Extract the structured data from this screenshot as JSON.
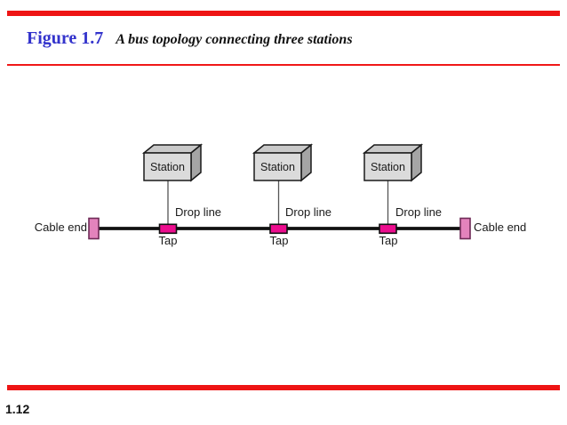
{
  "slide": {
    "figure_label": "Figure 1.7",
    "figure_title": "A bus topology connecting three stations",
    "page_number": "1.12",
    "accent_bar_color": "#EE1414",
    "figure_label_color": "#3333CC"
  },
  "diagram": {
    "stations": [
      {
        "label": "Station",
        "drop_line_label": "Drop line",
        "tap_label": "Tap"
      },
      {
        "label": "Station",
        "drop_line_label": "Drop line",
        "tap_label": "Tap"
      },
      {
        "label": "Station",
        "drop_line_label": "Drop line",
        "tap_label": "Tap"
      }
    ],
    "cable_end_left_label": "Cable end",
    "cable_end_right_label": "Cable end",
    "colors": {
      "tap_fill": "#EC0D8E",
      "cable_end_fill": "#E383BC",
      "cable_end_stroke": "#6E2B57",
      "bus_line": "#111111",
      "station_front": "#DBDBDB",
      "station_top": "#C9C9C9",
      "station_side": "#A5A5A5"
    }
  }
}
